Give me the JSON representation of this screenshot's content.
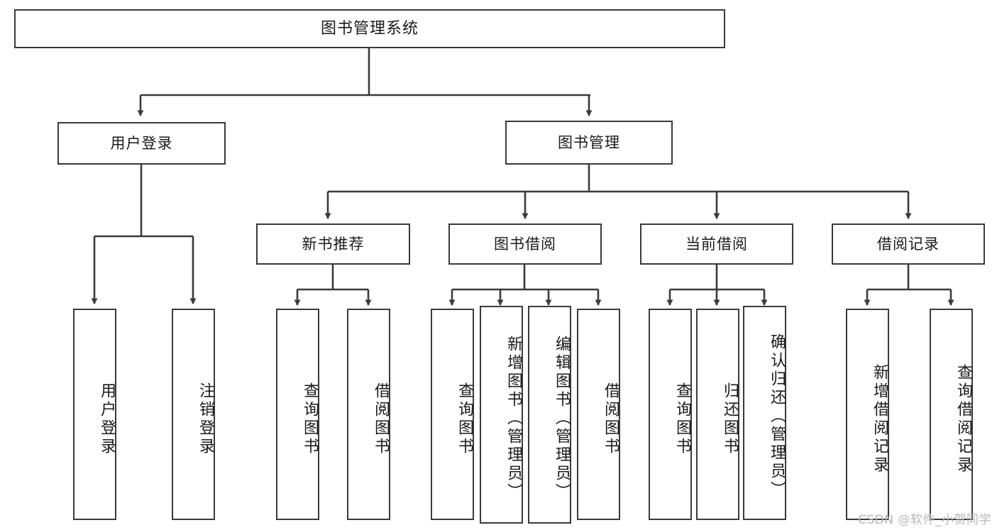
{
  "diagram": {
    "title": "图书管理系统",
    "type": "tree-hierarchy",
    "levels": 4
  },
  "root": {
    "label": "图书管理系统"
  },
  "level1": [
    {
      "label": "用户登录"
    },
    {
      "label": "图书管理"
    }
  ],
  "level2": [
    {
      "label": "新书推荐"
    },
    {
      "label": "图书借阅"
    },
    {
      "label": "当前借阅"
    },
    {
      "label": "借阅记录"
    }
  ],
  "leaves": {
    "user_login": [
      {
        "label": "用户登录"
      },
      {
        "label": "注销登录"
      }
    ],
    "new_book_recommend": [
      {
        "label": "查询图书"
      },
      {
        "label": "借阅图书"
      }
    ],
    "book_borrow": [
      {
        "label": "查询图书"
      },
      {
        "label": "新增图书（管理员）"
      },
      {
        "label": "编辑图书（管理员）"
      },
      {
        "label": "借阅图书"
      }
    ],
    "current_borrow": [
      {
        "label": "查询图书"
      },
      {
        "label": "归还图书"
      },
      {
        "label": "确认归还（管理员）"
      }
    ],
    "borrow_record": [
      {
        "label": "新增借阅记录"
      },
      {
        "label": "查询借阅记录"
      }
    ]
  },
  "watermark": {
    "text": "CSDN @软件_小贺同学"
  },
  "colors": {
    "stroke": "#3a3a3a",
    "box_fill": "#ffffff",
    "text": "#1a1a1a",
    "watermark": "#b6b6b6",
    "background": "#ffffff"
  }
}
